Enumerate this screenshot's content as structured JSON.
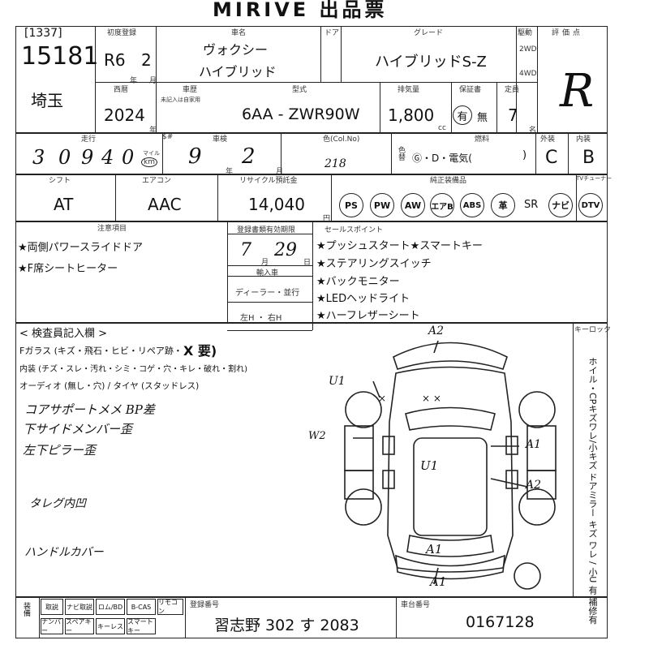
{
  "header": {
    "title": "MIRIVE 出品票"
  },
  "lot": {
    "bracket_no": "[1337]",
    "number": "15181",
    "region": "埼玉"
  },
  "registration": {
    "label": "初度登録",
    "era": "R6",
    "month": "2",
    "year_unit": "年",
    "month_unit": "月"
  },
  "model_year": {
    "label": "西暦",
    "value": "2024",
    "unit": "年"
  },
  "vehicle": {
    "name_label": "車名",
    "name": "ヴォクシー",
    "sub_name": "ハイブリッド",
    "door_label": "ドア",
    "grade_label": "グレード",
    "grade": "ハイブリッドS-Z",
    "drive_label": "駆動",
    "drive_2wd": "2WD",
    "drive_4wd": "4WD",
    "score_label": "評価点",
    "score": "R"
  },
  "inspection": {
    "label": "車歴",
    "note": "未記入は自家用",
    "type_label": "型式",
    "model_code": "6AA - ZWR90W",
    "displacement_label": "排気量",
    "displacement": "1,800",
    "displacement_unit": "cc",
    "warranty_label": "保証書",
    "warranty_yes": "有",
    "warranty_no": "無",
    "capacity_label": "定員",
    "capacity": "7",
    "capacity_unit": "名"
  },
  "mileage": {
    "label": "走行",
    "digits": [
      "3",
      "0",
      "9",
      "4",
      "0"
    ],
    "unit_mile": "マイル",
    "unit_km": "km",
    "s_mark": "$#",
    "shaken_label": "車検",
    "shaken_year": "9",
    "shaken_month": "2",
    "year_unit": "年",
    "month_unit": "月"
  },
  "color": {
    "label": "色(Col.No)",
    "code": "218",
    "change_label": "色替",
    "fuel_label": "燃料",
    "fuel_options": "Ⓖ・D・電気(",
    "fuel_close": ")",
    "exterior_label": "外装",
    "exterior": "C",
    "interior_label": "内装",
    "interior": "B"
  },
  "equipment": {
    "shift_label": "シフト",
    "shift": "AT",
    "aircon_label": "エアコン",
    "aircon": "AAC",
    "recycle_label": "リサイクル預託金",
    "recycle": "14,040",
    "recycle_unit": "円",
    "options_label": "純正装備品",
    "tuner_label": "TVチューナー",
    "options": [
      "PS",
      "PW",
      "AW",
      "エアB",
      "ABS",
      "革",
      "SR",
      "ナビ",
      "DTV"
    ]
  },
  "notes": {
    "caution_label": "注意項目",
    "caution_items": [
      "★両側パワースライドドア",
      "★F席シートヒーター"
    ],
    "reg_deadline_label": "登録書類有効期限",
    "reg_month": "7",
    "reg_day": "29",
    "month_unit": "月",
    "day_unit": "日",
    "import_label": "輸入車",
    "import_dealer": "ディーラー・並行",
    "import_handle": "左H ・ 右H",
    "sales_label": "セールスポイント",
    "sales_points": [
      "★プッシュスタート★スマートキー",
      "★ステアリングスイッチ",
      "★バックモニター",
      "★LEDヘッドライト",
      "★ハーフレザーシート"
    ]
  },
  "inspector": {
    "title": "< 検査員記入欄 >",
    "glass_line": "Fガラス (キズ・飛石・ヒビ・リペア跡・",
    "glass_mark": "X 要)",
    "interior_line": "内装 (チズ・スレ・汚れ・シミ・コゲ・穴・キレ・破れ・割れ)",
    "audio_line": "オーディオ (無し・穴) / タイヤ (スタッドレス)",
    "handwritten": [
      "コアサポートメメ BP差",
      "下サイドメンバー歪",
      "左下ピラー歪",
      "タレグ内凹",
      "ハンドルカバー"
    ],
    "keylock_label": "キーロック",
    "side_note": "ホイル・CPキズワレ/小キズ ドアミラー キズ ワレ / 小U 有 補修有"
  },
  "diagram": {
    "marks": [
      "A2",
      "U1",
      "W2",
      "A1",
      "U1",
      "A2",
      "A1",
      "A1",
      "× ×",
      "×"
    ]
  },
  "footer": {
    "side_label": "装備",
    "items_row1": [
      "取説",
      "ナビ取説",
      "ロム/BD",
      "B-CAS",
      "リモコン"
    ],
    "items_row2": [
      "ナンバー",
      "スペアキー",
      "キーレス",
      "スマートキー"
    ],
    "plate_label": "登録番号",
    "plate": "習志野 302 す 2083",
    "chassis_label": "車台番号",
    "chassis": "0167128"
  },
  "colors": {
    "ink": "#111111",
    "line": "#222222",
    "paper": "#ffffff"
  }
}
